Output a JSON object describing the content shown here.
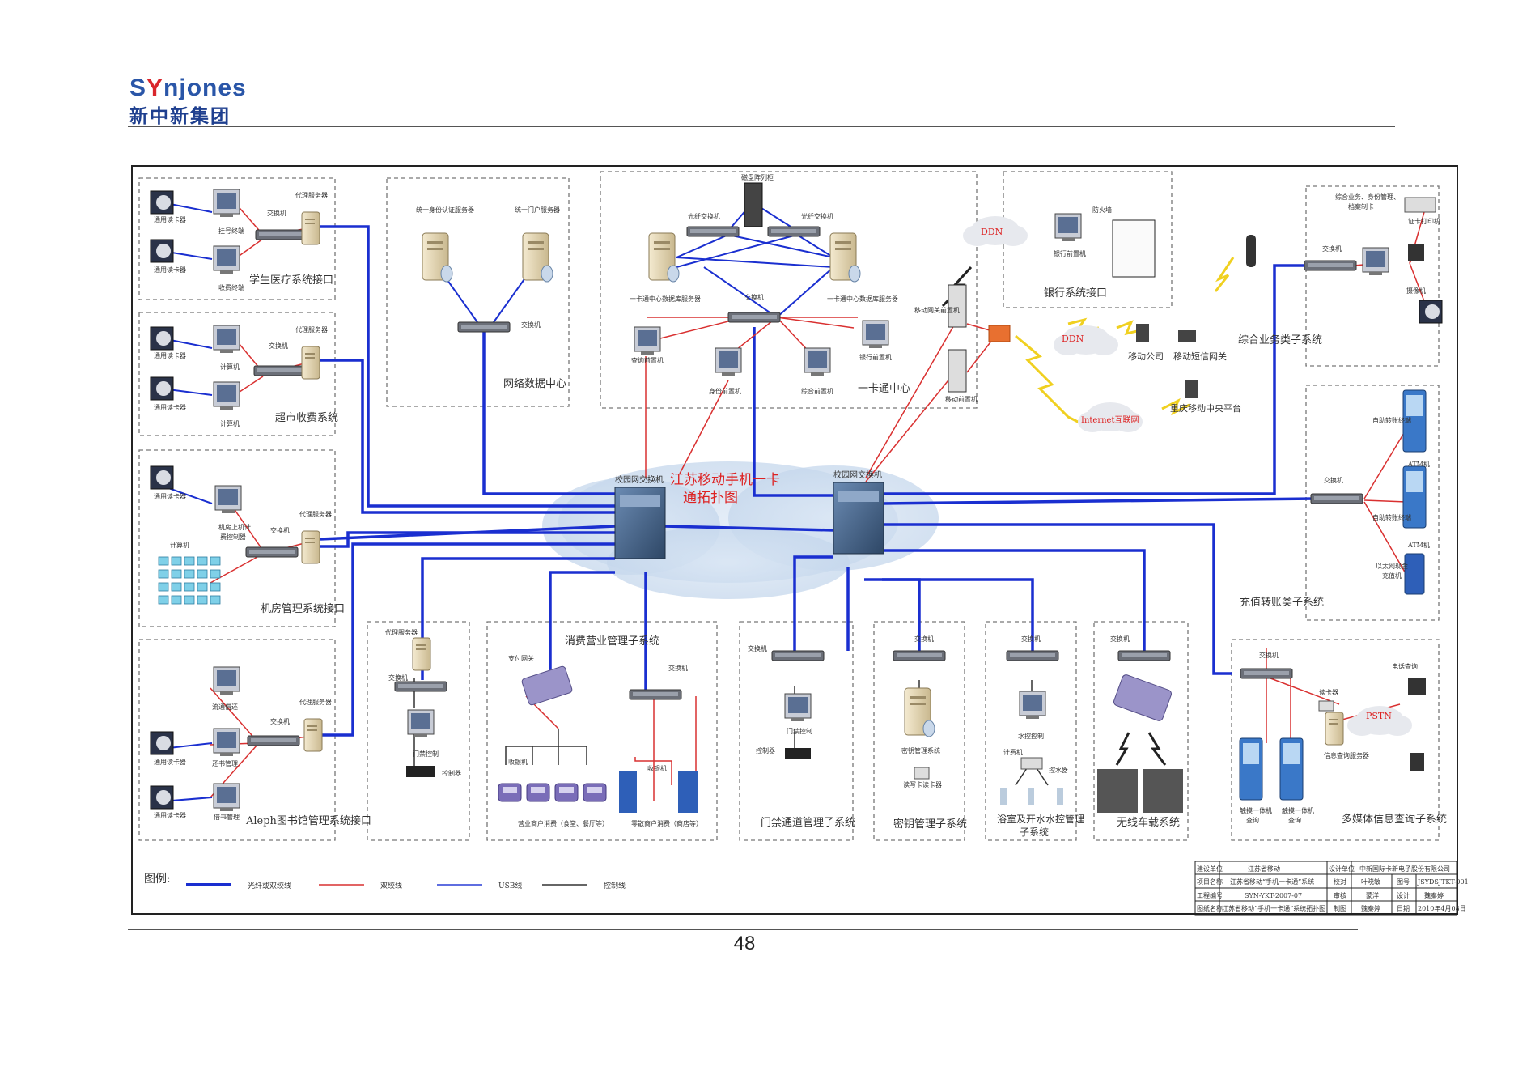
{
  "logo": {
    "brand_prefix": "S",
    "brand_mark": "Y",
    "brand_rest": "njones",
    "brand_cn": "新中新集团"
  },
  "page_number": "48",
  "diagram": {
    "title_line1": "江苏移动手机一卡",
    "title_line2": "通拓扑图",
    "core_switch_label": "校园网交换机",
    "subsystems": {
      "medical": "学生医疗系统接口",
      "supermarket": "超市收费系统",
      "computer_room": "机房管理系统接口",
      "library": "Aleph图书馆管理系统接口",
      "network_center": "网络数据中心",
      "card_center": "一卡通中心",
      "bank": "银行系统接口",
      "business": "综合业务类子系统",
      "recharge": "充值转账类子系统",
      "multimedia": "多媒体信息查询子系统",
      "consume": "消费营业管理子系统",
      "gate": "门禁通道管理子系统",
      "key": "密钥管理子系统",
      "bath_line1": "浴室及开水水控管理",
      "bath_line2": "子系统",
      "wireless": "无线车载系统"
    },
    "devices": {
      "switch": "交换机",
      "proxy_server": "代理服务器",
      "reader": "通用读卡器",
      "reg_terminal": "挂号终端",
      "fee_terminal": "收费终端",
      "computer": "计算机",
      "room_ctrl_line1": "机房上机计",
      "room_ctrl_line2": "费控制器",
      "borrow": "流通借还",
      "circ_mgmt": "还书管理",
      "book_mgmt": "借书管理",
      "auth_server": "统一身份认证服务器",
      "portal_server": "统一门户服务器",
      "db_array": "磁盘阵列柜",
      "fiber_switch_l": "光纤交换机",
      "fiber_switch_r": "光纤交换机",
      "db_server_l": "一卡通中心数据库服务器",
      "db_server_r": "一卡通中心数据库服务器",
      "query_pc": "查询前置机",
      "identity_pc": "身份前置机",
      "mgmt_pc": "综合前置机",
      "bank_pc": "银行前置机",
      "firewall": "防火墙",
      "bank_front": "银行前置机",
      "mobile_pc1": "移动网关前置机",
      "mobile_pc2": "移动前置机",
      "ddn1": "DDN",
      "ddn2": "DDN",
      "internet": "Internet互联网",
      "mobile_company": "移动公司",
      "sms_gateway": "移动短信网关",
      "chongqing": "重庆移动中央平台",
      "biz_desc1": "综合业务、身份管理、",
      "biz_desc2": "档案制卡",
      "card_printer": "证卡打印机",
      "camera": "摄像机",
      "self_service1": "自助转账终端",
      "self_service2": "自助转账终端",
      "cash_recharge1": "以太网现金",
      "cash_recharge2": "充值机",
      "atm": "ATM机",
      "alipay": "支付网关",
      "pos": "收银机",
      "pos_w": "收银机",
      "biz_pos_label": "营业商户消费（食堂、餐厅等）",
      "shop_pos_label": "零散商户消费（商店等）",
      "gate_ctrl": "门禁控制",
      "controller": "控制器",
      "gate_proxy": "代理服务器",
      "gate_switch": "交换机",
      "key_server": "密钥管理系统",
      "key_reader": "读写卡读卡器",
      "water_ctrl": "水控控制",
      "meter": "计费机",
      "valve": "控水器",
      "phone_query": "电话查询",
      "pstn": "PSTN",
      "card_use": "读卡器",
      "info_server": "信息查询服务器",
      "kiosk1_l1": "触摸一体机",
      "kiosk1_l2": "查询",
      "kiosk2_l1": "触摸一体机",
      "kiosk2_l2": "查询"
    }
  },
  "legend": {
    "title": "图例:",
    "items": [
      {
        "label": "光纤或双绞线",
        "color": "#1a2fd0",
        "width": 4
      },
      {
        "label": "双绞线",
        "color": "#d93030",
        "width": 1.5
      },
      {
        "label": "USB线",
        "color": "#2a3fd6",
        "width": 1.5
      },
      {
        "label": "控制线",
        "color": "#333333",
        "width": 1.5
      }
    ]
  },
  "title_block": [
    [
      "建设单位",
      "江苏省移动",
      "设计单位",
      "中新国际卡新电子股份有限公司"
    ],
    [
      "项目名称",
      "江苏省移动“手机一卡通”系统",
      "校对",
      "叶晓敏",
      "图号",
      "JSYDSJTKT-001"
    ],
    [
      "工程编号",
      "SYN-YKT-2007-07",
      "审核",
      "蒙洋",
      "设计",
      "魏秦婷"
    ],
    [
      "图纸名称",
      "江苏省移动“手机一卡通”系统拓扑图",
      "制图",
      "魏秦婷",
      "日期",
      "2010年4月08日"
    ]
  ],
  "colors": {
    "fiber": "#1a2fd0",
    "twisted": "#d93030",
    "brand_blue": "#2a56a8",
    "brand_red": "#d9262c"
  }
}
